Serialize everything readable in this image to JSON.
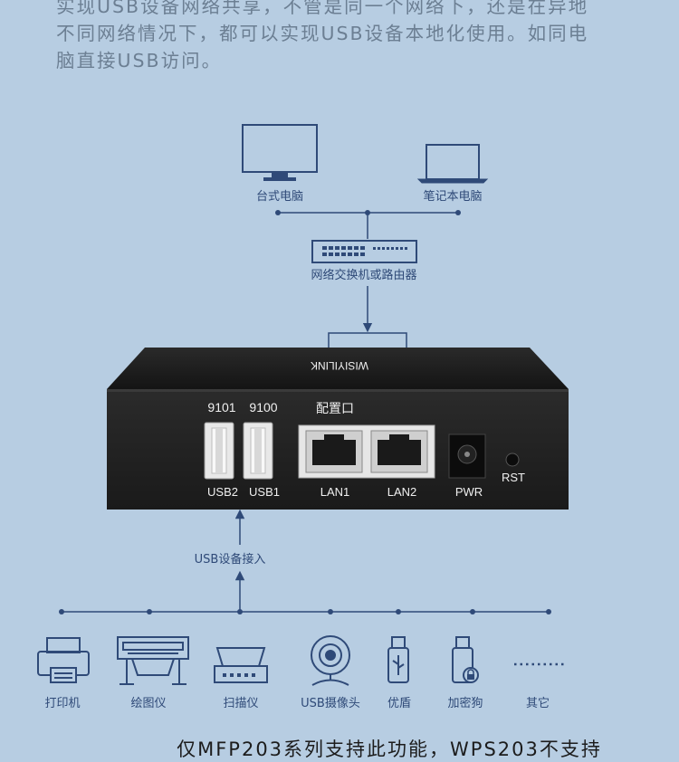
{
  "intro_lines": [
    "实现USB设备网络共享，不管是同一个网络下，还是在异地",
    "不同网络情况下，都可以实现USB设备本地化使用。如同电",
    "脑直接USB访问。"
  ],
  "top_devices": {
    "desktop": "台式电脑",
    "laptop": "笔记本电脑"
  },
  "switch_label": "网络交换机或路由器",
  "device": {
    "brand": "WISIYILINK",
    "port_numbers": [
      "9101",
      "9100"
    ],
    "config_port": "配置口",
    "ports": [
      "USB2",
      "USB1",
      "LAN1",
      "LAN2",
      "PWR",
      "RST"
    ]
  },
  "usb_access_label": "USB设备接入",
  "peripherals": [
    "打印机",
    "绘图仪",
    "扫描仪",
    "USB摄像头",
    "优盾",
    "加密狗",
    "其它"
  ],
  "footer_note": "仅MFP203系列支持此功能，WPS203不支持",
  "colors": {
    "background": "#b7cde2",
    "line": "#2f4a78",
    "device_body": "#1b1b1b"
  }
}
